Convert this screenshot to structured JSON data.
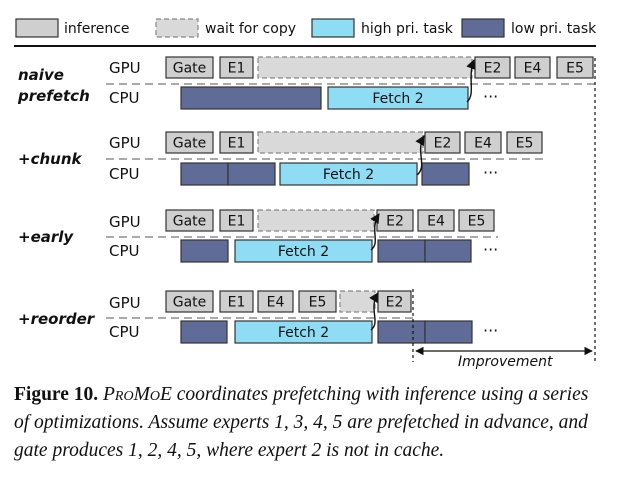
{
  "legend": {
    "inference": "inference",
    "wait": "wait for copy",
    "high": "high pri. task",
    "low": "low pri. task"
  },
  "colors": {
    "inference_fill": "#cfcfcf",
    "wait_fill": "#d9d9d9",
    "high_fill": "#8fdcf5",
    "low_fill": "#5f6c97",
    "outline": "#333333"
  },
  "rows": [
    {
      "name_line1": "naive",
      "name_line2": "prefetch",
      "gpu_label": "GPU",
      "cpu_label": "CPU",
      "gpu_blocks": [
        {
          "kind": "inference",
          "label": "Gate"
        },
        {
          "kind": "inference",
          "label": "E1"
        },
        {
          "kind": "wait",
          "label": ""
        },
        {
          "kind": "inference",
          "label": "E2"
        },
        {
          "kind": "inference",
          "label": "E4"
        },
        {
          "kind": "inference",
          "label": "E5"
        }
      ],
      "cpu_blocks": [
        {
          "kind": "low",
          "label": ""
        },
        {
          "kind": "high",
          "label": "Fetch 2"
        }
      ],
      "ellipsis": "···"
    },
    {
      "name_line1": "+chunk",
      "gpu_label": "GPU",
      "cpu_label": "CPU",
      "gpu_blocks": [
        {
          "kind": "inference",
          "label": "Gate"
        },
        {
          "kind": "inference",
          "label": "E1"
        },
        {
          "kind": "wait",
          "label": ""
        },
        {
          "kind": "inference",
          "label": "E2"
        },
        {
          "kind": "inference",
          "label": "E4"
        },
        {
          "kind": "inference",
          "label": "E5"
        }
      ],
      "cpu_blocks": [
        {
          "kind": "low",
          "label": ""
        },
        {
          "kind": "low",
          "label": ""
        },
        {
          "kind": "high",
          "label": "Fetch 2"
        },
        {
          "kind": "low",
          "label": ""
        }
      ],
      "ellipsis": "···"
    },
    {
      "name_line1": "+early",
      "gpu_label": "GPU",
      "cpu_label": "CPU",
      "gpu_blocks": [
        {
          "kind": "inference",
          "label": "Gate"
        },
        {
          "kind": "inference",
          "label": "E1"
        },
        {
          "kind": "wait",
          "label": ""
        },
        {
          "kind": "inference",
          "label": "E2"
        },
        {
          "kind": "inference",
          "label": "E4"
        },
        {
          "kind": "inference",
          "label": "E5"
        }
      ],
      "cpu_blocks": [
        {
          "kind": "low",
          "label": ""
        },
        {
          "kind": "high",
          "label": "Fetch 2"
        },
        {
          "kind": "low",
          "label": ""
        },
        {
          "kind": "low",
          "label": ""
        }
      ],
      "ellipsis": "···"
    },
    {
      "name_line1": "+reorder",
      "gpu_label": "GPU",
      "cpu_label": "CPU",
      "gpu_blocks": [
        {
          "kind": "inference",
          "label": "Gate"
        },
        {
          "kind": "inference",
          "label": "E1"
        },
        {
          "kind": "inference",
          "label": "E4"
        },
        {
          "kind": "inference",
          "label": "E5"
        },
        {
          "kind": "wait",
          "label": ""
        },
        {
          "kind": "inference",
          "label": "E2"
        }
      ],
      "cpu_blocks": [
        {
          "kind": "low",
          "label": ""
        },
        {
          "kind": "high",
          "label": "Fetch 2"
        },
        {
          "kind": "low",
          "label": ""
        },
        {
          "kind": "low",
          "label": ""
        }
      ],
      "ellipsis": "···"
    }
  ],
  "improvement": "Improvement",
  "caption": {
    "label": "Figure 10.",
    "system": "ProMoE",
    "text": "coordinates prefetching with inference using a series of optimizations. Assume experts 1, 3, 4, 5 are prefetched in advance, and gate produces 1, 2, 4, 5, where expert 2 is not in cache."
  }
}
